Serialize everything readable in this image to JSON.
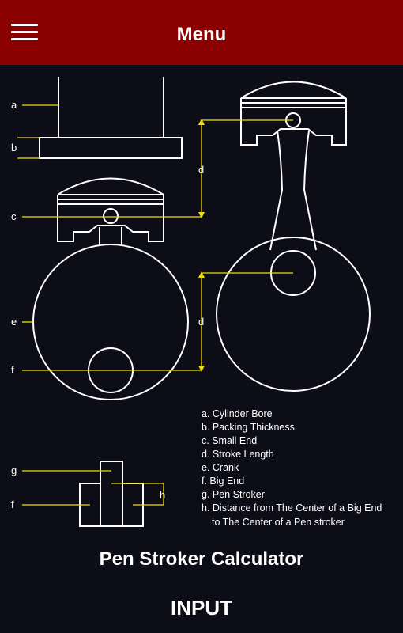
{
  "header": {
    "title": "Menu",
    "menu_icon": "hamburger-menu-icon",
    "background": "#8b0000"
  },
  "diagram": {
    "labels": {
      "a": "a",
      "b": "b",
      "c": "c",
      "d": "d",
      "e": "e",
      "f": "f",
      "g": "g",
      "h": "h"
    },
    "legend": [
      "a. Cylinder Bore",
      "b. Packing Thickness",
      "c.  Small End",
      "d. Stroke Length",
      "e. Crank",
      "f. Big End",
      "g. Pen Stroker",
      "h. Distance from The Center of  a Big End",
      "to  The Center of a Pen stroker"
    ]
  },
  "main": {
    "heading": "Pen Stroker Calculator",
    "input_label": "INPUT"
  }
}
